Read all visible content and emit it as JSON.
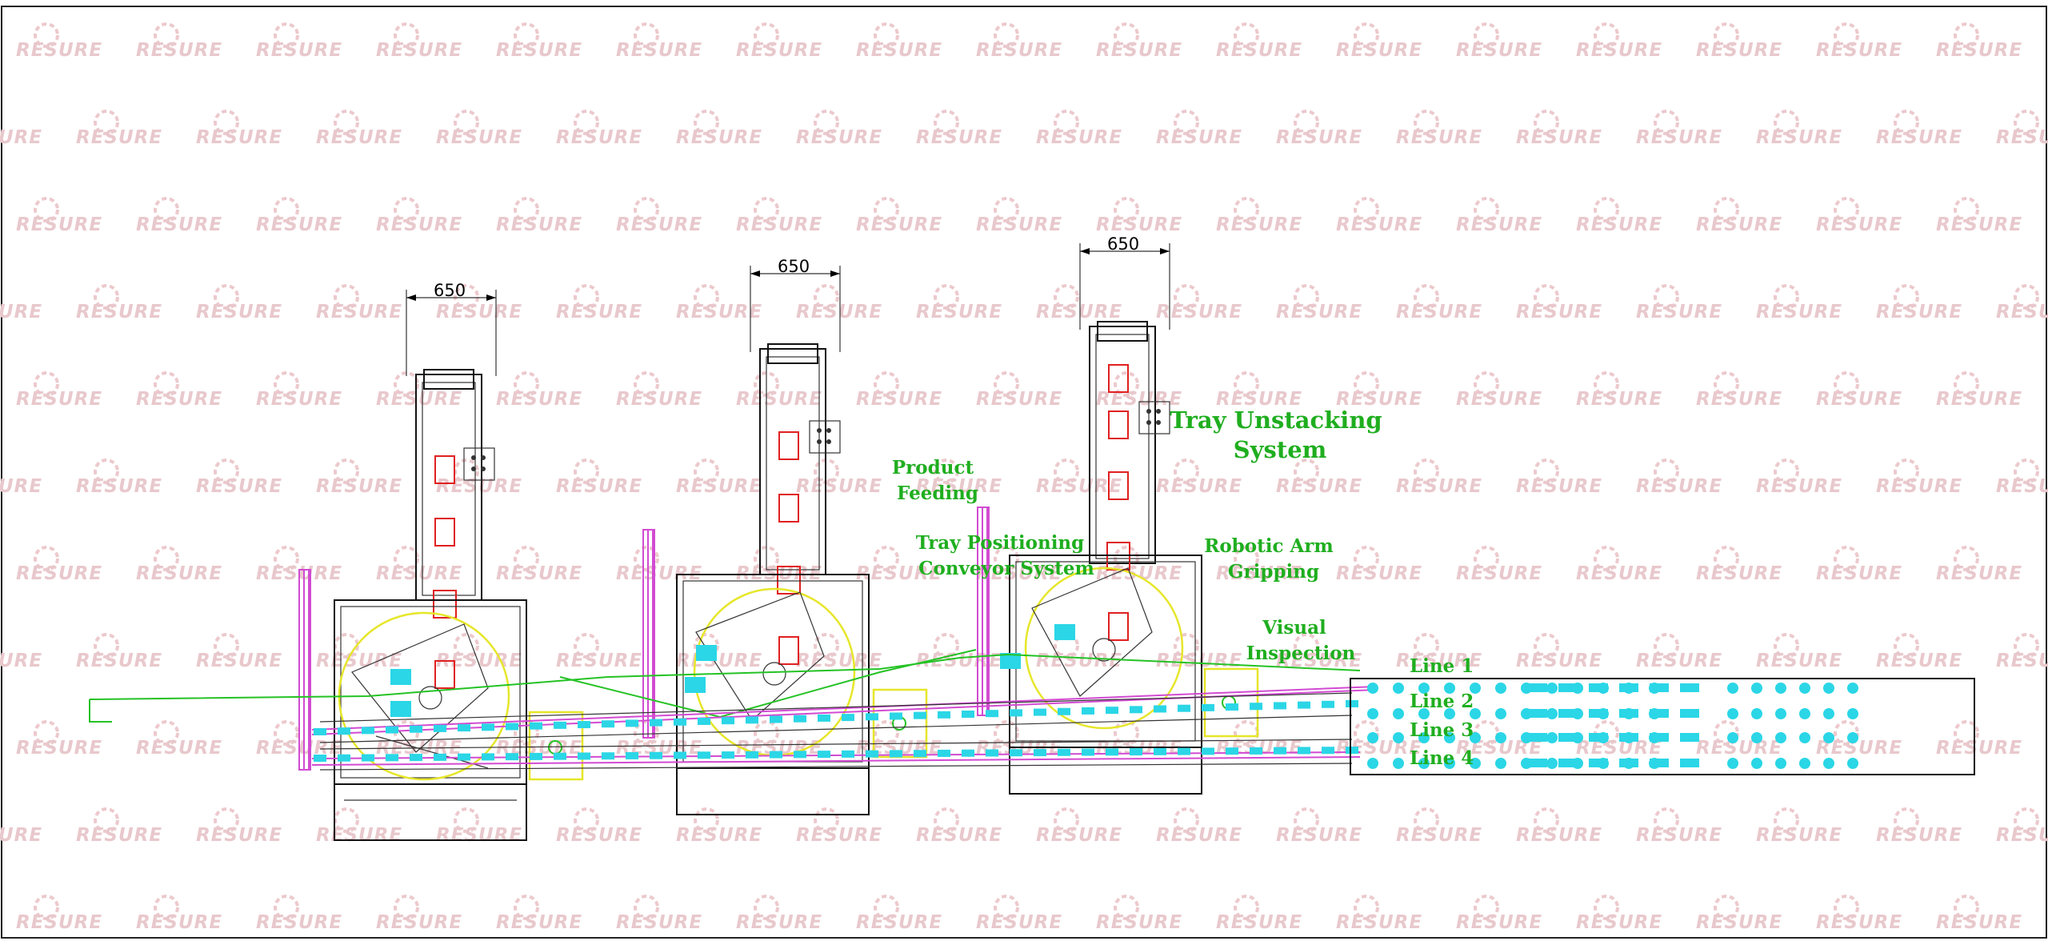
{
  "watermark": {
    "brand": "RESURE"
  },
  "dimensions": {
    "unit1": "650",
    "unit2": "650",
    "unit3": "650"
  },
  "labels": {
    "tray_unstacking": [
      "Tray Unstacking",
      "System"
    ],
    "product_feeding": [
      "Product",
      "Feeding"
    ],
    "tray_positioning": [
      "Tray Positioning",
      "Conveyor System"
    ],
    "robotic_arm": [
      "Robotic Arm",
      "Gripping"
    ],
    "visual_inspection": [
      "Visual",
      "Inspection"
    ]
  },
  "lines": [
    "Line 1",
    "Line 2",
    "Line 3",
    "Line 4"
  ],
  "colors": {
    "label_green": "#1fae1f",
    "watermark": "#e8c8cc",
    "product_cyan": "#2bd6e6",
    "tray_red": "#e02020",
    "guide_magenta": "#d24bd2",
    "path_yellow": "#e6e62a"
  }
}
